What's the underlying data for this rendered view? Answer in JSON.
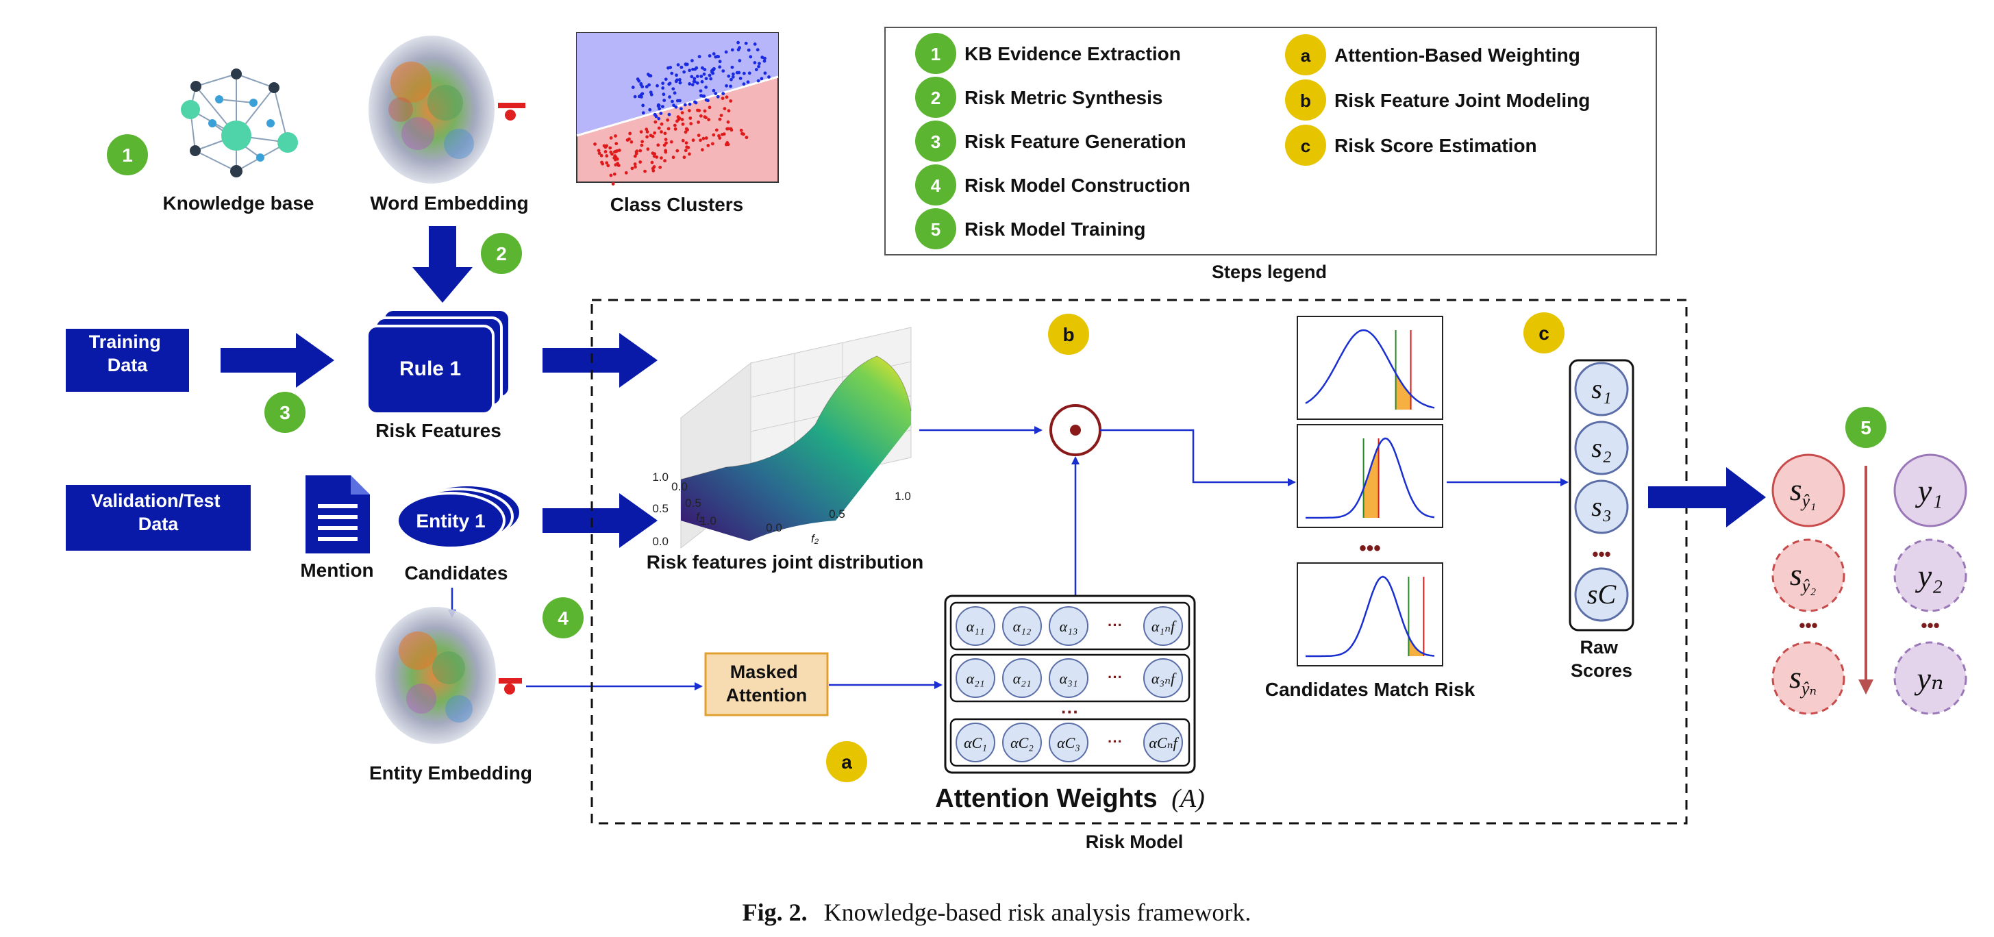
{
  "colors": {
    "dark_blue": "#0a1aa8",
    "line_blue": "#1a2fd0",
    "step_green": "#5cb531",
    "step_yellow": "#e6c400",
    "attention_fill": "#f7dcb2",
    "attention_border": "#e0a030",
    "alpha_fill": "#d8e4f5",
    "alpha_border": "#5b6ea8",
    "pred_red_fill": "#f6cccc",
    "pred_red_border": "#c84a4a",
    "true_purple_fill": "#e3d4ec",
    "true_purple_border": "#9a78b8",
    "down_arrow": "#b85050"
  },
  "inputs": {
    "knowledge_base": "Knowledge base",
    "word_embedding": "Word Embedding",
    "class_clusters": "Class Clusters",
    "training_data": "Training\nData",
    "validation_data": "Validation/Test\nData",
    "mention": "Mention",
    "candidates": "Candidates",
    "entity_card": "Entity 1",
    "rule_card": "Rule 1",
    "risk_features": "Risk Features",
    "entity_embedding": "Entity Embedding"
  },
  "steps": {
    "s1": "1",
    "s2": "2",
    "s3": "3",
    "s4": "4",
    "s5": "5",
    "sa": "a",
    "sb": "b",
    "sc": "c"
  },
  "legend": {
    "title": "Steps legend",
    "numbered": [
      {
        "badge": "1",
        "label": "KB Evidence Extraction"
      },
      {
        "badge": "2",
        "label": "Risk Metric Synthesis"
      },
      {
        "badge": "3",
        "label": "Risk Feature Generation"
      },
      {
        "badge": "4",
        "label": "Risk Model Construction"
      },
      {
        "badge": "5",
        "label": "Risk Model Training"
      }
    ],
    "lettered": [
      {
        "badge": "a",
        "label": "Attention-Based Weighting"
      },
      {
        "badge": "b",
        "label": "Risk Feature Joint Modeling"
      },
      {
        "badge": "c",
        "label": "Risk Score Estimation"
      }
    ]
  },
  "risk_model": {
    "label": "Risk Model",
    "joint_distribution": "Risk features joint distribution",
    "surface_axes": {
      "f1_label": "f₁",
      "f2_label": "f₂",
      "ticks_left": [
        "1.0",
        "0.5",
        "0.0"
      ],
      "ticks_right": [
        "0.0",
        "0.5",
        "1.0"
      ],
      "ticks_vertical": [
        "0.0",
        "0.5",
        "1.0"
      ]
    },
    "masked_attention": "Masked\nAttention",
    "attention_weights": "Attention Weights",
    "attention_symbol": "(A)",
    "alpha_rows": [
      [
        "α₁₁",
        "α₁₂",
        "α₁₃",
        "···",
        "α₁ₙf"
      ],
      [
        "α₂₁",
        "α₂₁",
        "α₃₁",
        "···",
        "α₃ₙf"
      ],
      [
        "αC₁",
        "αC₂",
        "αC₃",
        "···",
        "αCₙf"
      ]
    ],
    "row_ellipsis": "···",
    "match_risk": "Candidates Match Risk",
    "score_items": [
      "s₁",
      "s₂",
      "s₃",
      "sC"
    ],
    "raw_scores": "Raw\nScores",
    "ellipsis": "•••"
  },
  "outputs": {
    "predicted": [
      "s",
      "s",
      "s"
    ],
    "predicted_sub": [
      "ŷ₁",
      "ŷ₂",
      "ŷₙ"
    ],
    "truth": [
      "y₁",
      "y₂",
      "yₙ"
    ],
    "ellipsis": "•••"
  },
  "caption": {
    "fig": "Fig. 2.",
    "text": "Knowledge-based risk analysis framework."
  }
}
